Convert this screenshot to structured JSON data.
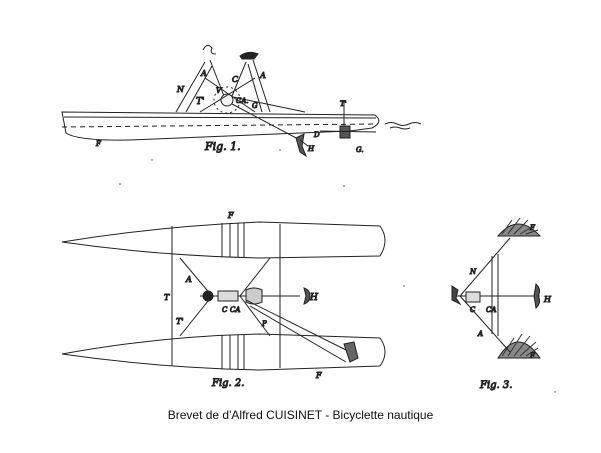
{
  "caption": "Brevet de d'Alfred CUISINET - Bicyclette nautique",
  "figures": {
    "fig1": {
      "title": "Fig. 1.",
      "labels": {
        "N": "N",
        "A": "A",
        "C": "C",
        "A2": "A",
        "T": "T'",
        "V": "V",
        "CA": "CA.",
        "G": "G",
        "Tp": "T'",
        "F": "F",
        "D": "D",
        "H": "H",
        "G2": "G."
      }
    },
    "fig2": {
      "title": "Fig. 2.",
      "labels": {
        "F1": "F",
        "F2": "F",
        "A": "A",
        "T": "T",
        "H": "H",
        "Tp": "T'",
        "C": "C",
        "CA": "CA",
        "P": "P"
      }
    },
    "fig3": {
      "title": "Fig. 3.",
      "labels": {
        "F1": "F",
        "F2": "F",
        "N": "N",
        "C": "C",
        "CA": "CA",
        "H": "H",
        "A": "A"
      }
    }
  }
}
